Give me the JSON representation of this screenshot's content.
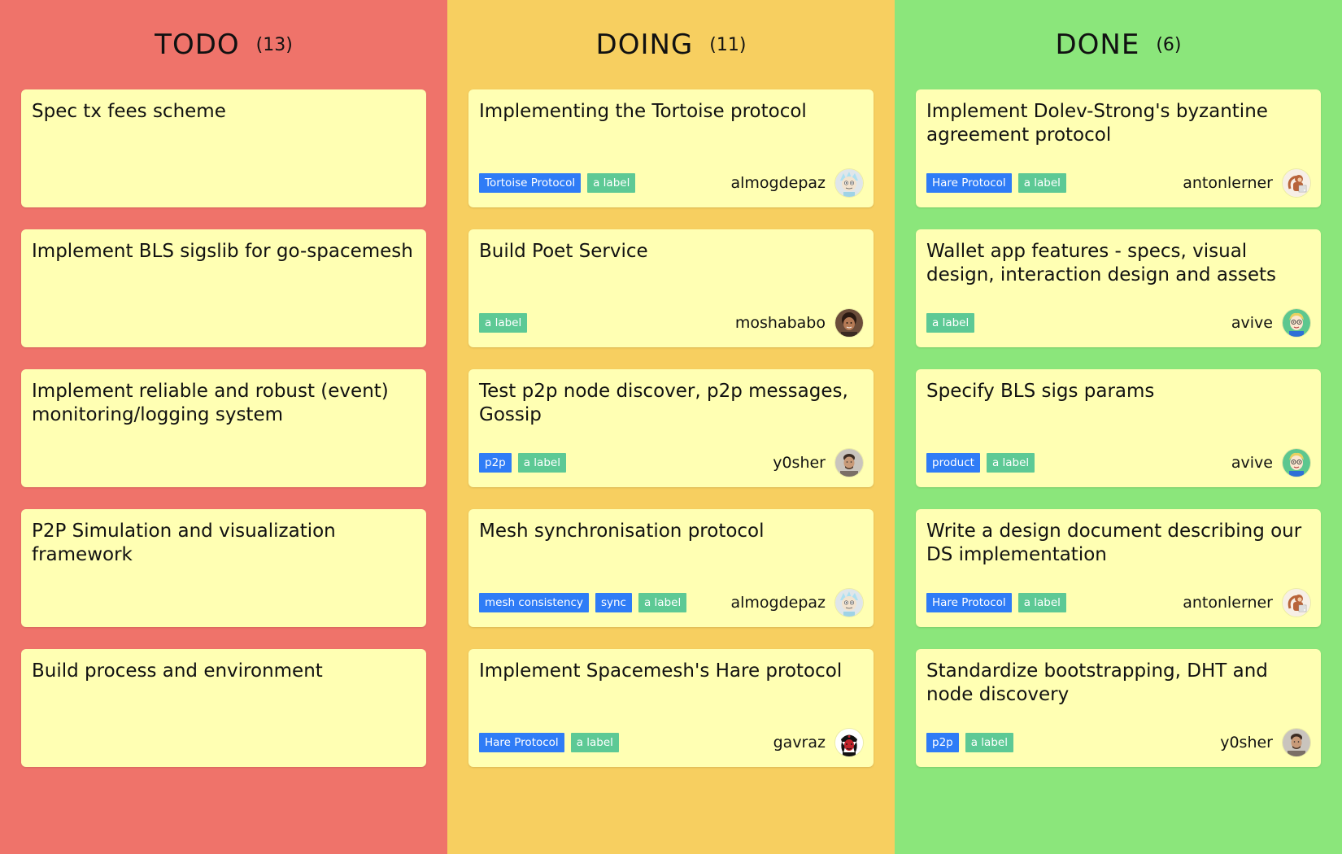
{
  "columns": [
    {
      "title": "TODO",
      "count": "(13)",
      "color": "#ef736a",
      "cards": [
        {
          "title": "Spec tx fees scheme",
          "labels": [],
          "assignee": null
        },
        {
          "title": "Implement BLS sigslib for go-spacemesh",
          "labels": [],
          "assignee": null
        },
        {
          "title": "Implement reliable and robust (event) monitoring/logging system",
          "labels": [],
          "assignee": null
        },
        {
          "title": "P2P Simulation and visualization framework",
          "labels": [],
          "assignee": null
        },
        {
          "title": "Build process and environment",
          "labels": [],
          "assignee": null
        }
      ]
    },
    {
      "title": "DOING",
      "count": "(11)",
      "color": "#f7cf60",
      "cards": [
        {
          "title": "Implementing the Tortoise protocol",
          "labels": [
            {
              "text": "Tortoise Protocol",
              "color": "blue"
            },
            {
              "text": "a label",
              "color": "green"
            }
          ],
          "assignee": {
            "name": "almogdepaz",
            "avatar": "rick-avatar-icon"
          }
        },
        {
          "title": "Build Poet Service",
          "labels": [
            {
              "text": "a label",
              "color": "green"
            }
          ],
          "assignee": {
            "name": "moshababo",
            "avatar": "person-curly-avatar-icon"
          }
        },
        {
          "title": "Test p2p node discover, p2p messages, Gossip",
          "labels": [
            {
              "text": "p2p",
              "color": "blue"
            },
            {
              "text": "a label",
              "color": "green"
            }
          ],
          "assignee": {
            "name": "y0sher",
            "avatar": "person-avatar-icon"
          }
        },
        {
          "title": "Mesh synchronisation protocol",
          "labels": [
            {
              "text": "mesh consistency",
              "color": "blue"
            },
            {
              "text": "sync",
              "color": "blue"
            },
            {
              "text": "a label",
              "color": "green"
            }
          ],
          "assignee": {
            "name": "almogdepaz",
            "avatar": "rick-avatar-icon"
          }
        },
        {
          "title": "Implement Spacemesh's Hare protocol",
          "labels": [
            {
              "text": "Hare Protocol",
              "color": "blue"
            },
            {
              "text": "a label",
              "color": "green"
            }
          ],
          "assignee": {
            "name": "gavraz",
            "avatar": "che-avatar-icon"
          }
        }
      ]
    },
    {
      "title": "DONE",
      "count": "(6)",
      "color": "#8be67b",
      "cards": [
        {
          "title": "Implement Dolev-Strong's byzantine agreement protocol",
          "labels": [
            {
              "text": "Hare Protocol",
              "color": "blue"
            },
            {
              "text": "a label",
              "color": "green"
            }
          ],
          "assignee": {
            "name": "antonlerner",
            "avatar": "monkey-avatar-icon"
          }
        },
        {
          "title": "Wallet app features - specs, visual design, interaction design and assets",
          "labels": [
            {
              "text": "a label",
              "color": "green"
            }
          ],
          "assignee": {
            "name": "avive",
            "avatar": "cartoon-avatar-icon"
          }
        },
        {
          "title": "Specify BLS sigs params",
          "labels": [
            {
              "text": "product",
              "color": "blue"
            },
            {
              "text": "a label",
              "color": "green"
            }
          ],
          "assignee": {
            "name": "avive",
            "avatar": "cartoon-avatar-icon"
          }
        },
        {
          "title": "Write a design document describing our DS implementation",
          "labels": [
            {
              "text": "Hare Protocol",
              "color": "blue"
            },
            {
              "text": "a label",
              "color": "green"
            }
          ],
          "assignee": {
            "name": "antonlerner",
            "avatar": "monkey-avatar-icon"
          }
        },
        {
          "title": "Standardize bootstrapping, DHT and node discovery",
          "labels": [
            {
              "text": "p2p",
              "color": "blue"
            },
            {
              "text": "a label",
              "color": "green"
            }
          ],
          "assignee": {
            "name": "y0sher",
            "avatar": "person-avatar-icon"
          }
        }
      ]
    }
  ]
}
